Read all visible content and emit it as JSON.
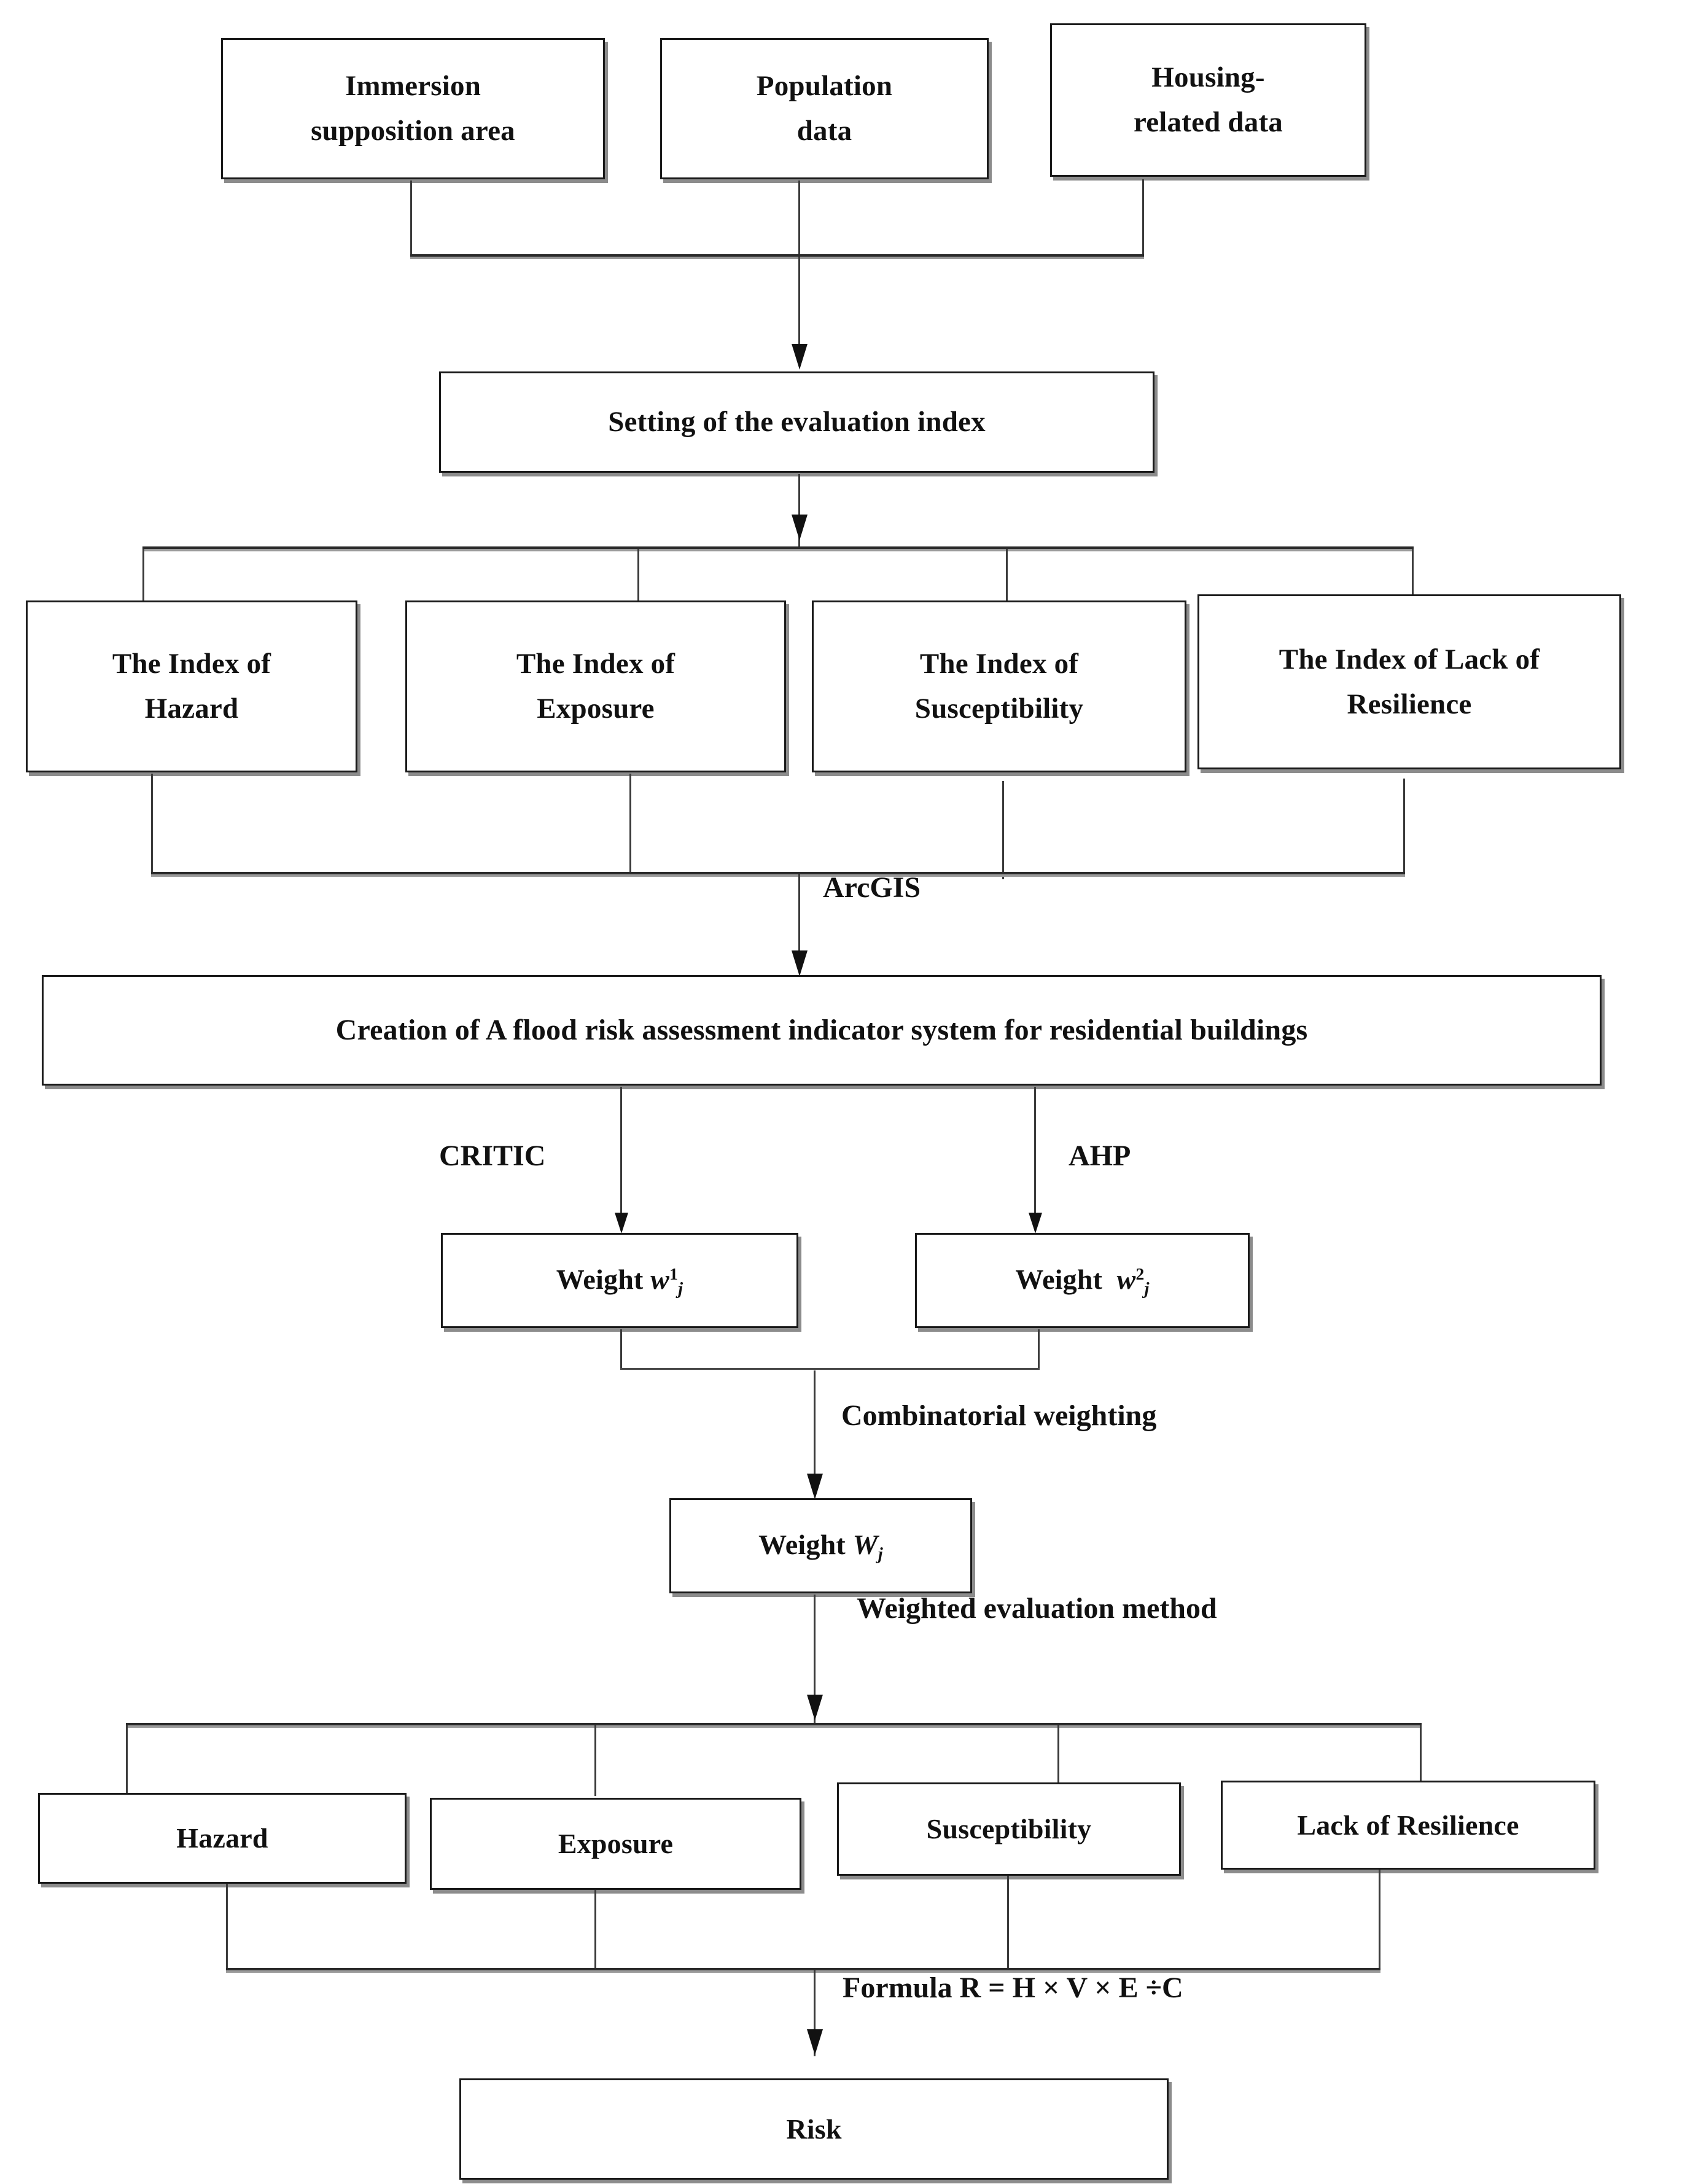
{
  "diagram": {
    "title": "Flood risk assessment methodology flowchart",
    "nodes": {
      "immersion": {
        "line1": "Immersion",
        "line2": "supposition area"
      },
      "population": {
        "line1": "Population",
        "line2": "data"
      },
      "housing": {
        "line1": "Housing-",
        "line2": "related data"
      },
      "setting_index": {
        "line1": "Setting of the evaluation index"
      },
      "index_hazard": {
        "line1": "The Index of",
        "line2": "Hazard"
      },
      "index_exposure": {
        "line1": "The Index of",
        "line2": "Exposure"
      },
      "index_susceptibility": {
        "line1": "The Index of",
        "line2": "Susceptibility"
      },
      "index_lack_resilience": {
        "line1": "The Index of Lack of",
        "line2": "Resilience"
      },
      "creation_system": {
        "line1": "Creation of A flood risk assessment indicator system for residential buildings"
      },
      "weight_w1": {
        "prefix": "Weight",
        "variable": "w",
        "subscript": "j",
        "superscript": "1"
      },
      "weight_w2": {
        "prefix": "Weight",
        "variable": "w",
        "subscript": "j",
        "superscript": "2"
      },
      "weight_Wj": {
        "prefix": "Weight",
        "variable": "W",
        "subscript": "j"
      },
      "hazard": {
        "line1": "Hazard"
      },
      "exposure": {
        "line1": "Exposure"
      },
      "susceptibility": {
        "line1": "Susceptibility"
      },
      "lack_resilience": {
        "line1": "Lack of Resilience"
      },
      "risk": {
        "line1": "Risk"
      }
    },
    "edge_labels": {
      "arcgis": "ArcGIS",
      "critic": "CRITIC",
      "ahp": "AHP",
      "combinatorial_weighting": "Combinatorial weighting",
      "weighted_evaluation_method": "Weighted evaluation method",
      "formula": "Formula R = H × V × E ÷C"
    },
    "colors": {
      "border": "#1a1a1a",
      "shadow": "#8c8c8c",
      "connector": "#3b3b3b",
      "text": "#111111",
      "background": "#ffffff"
    }
  }
}
